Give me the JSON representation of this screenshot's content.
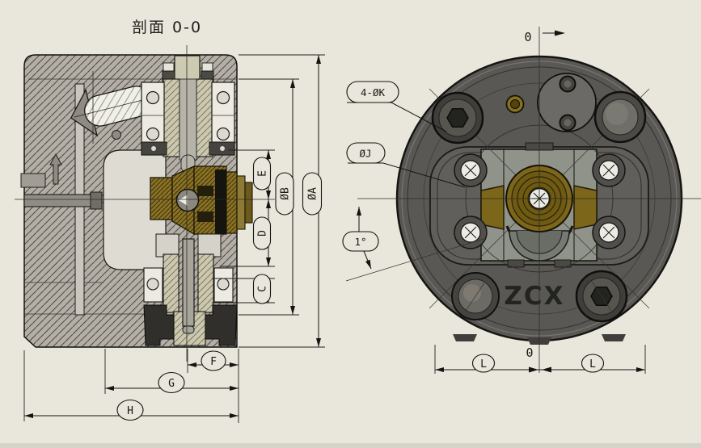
{
  "title": "剖面 0-0",
  "colors": {
    "background": "#e9e6dc",
    "line": "#141411",
    "body_hatch": "#b3afa6",
    "shaft_hatch": "#cbc8af",
    "brass": "#8a7124",
    "housing_dark": "#595855",
    "plate_gray": "#8f938a",
    "seal_black": "#302f2b"
  },
  "section_view": {
    "dims": {
      "E": "E",
      "OB": "ØB",
      "OA": "ØA",
      "D": "D",
      "C": "C",
      "F": "F",
      "G": "G",
      "H": "H"
    }
  },
  "circular_view": {
    "marker_top": "0",
    "marker_bottom": "0",
    "callout_holes": "4-ØK",
    "callout_bolt_circle": "ØJ",
    "callout_angle": "1°",
    "dim_left": "L",
    "dim_right": "L",
    "brand": "ZCX"
  }
}
